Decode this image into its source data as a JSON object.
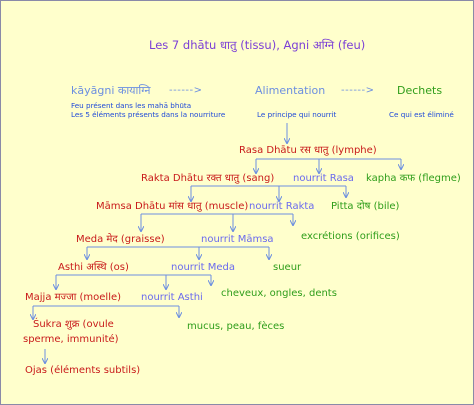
{
  "title": "Les 7 dhātu धातु (tissu), Agni अग्नि (feu)",
  "headers": {
    "left": "kāyāgni कायाग्नि",
    "arrow1": "------>",
    "middle": "Alimentation",
    "arrow2": "------>",
    "right": "Dechets"
  },
  "notes": {
    "left_line1": "Feu présent dans les mahā bhūta",
    "left_line2": "Les 5 éléments présents dans la nourriture",
    "middle": "Le principe qui nourrit",
    "right": "Ce qui est éliminé"
  },
  "dhatus": [
    {
      "name": "Rasa Dhātu रस धातु (lymphe)",
      "nourish": "",
      "waste": ""
    },
    {
      "name": "Rakta Dhātu रक्त धातु (sang)",
      "nourish": "nourrit Rasa",
      "waste": "kapha कफ (flegme)"
    },
    {
      "name": "Māmsa Dhātu मांस धातु (muscle)",
      "nourish": "nourrit Rakta",
      "waste": "Pitta दोष (bile)"
    },
    {
      "name": "Meda मेद (graisse)",
      "nourish": "nourrit Māmsa",
      "waste": "excrétions (orifices)"
    },
    {
      "name": "Asthi अस्थि (os)",
      "nourish": "nourrit Meda",
      "waste": "sueur"
    },
    {
      "name": "Majja मज्जा (moelle)",
      "nourish": "nourrit Asthi",
      "waste": "cheveux, ongles, dents"
    },
    {
      "name_line1": "Śukra शुक्र (ovule",
      "name_line2": "sperme, immunité)",
      "waste": "mucus, peau, fèces"
    },
    {
      "name": "Ojas (éléments subtils)"
    }
  ]
}
